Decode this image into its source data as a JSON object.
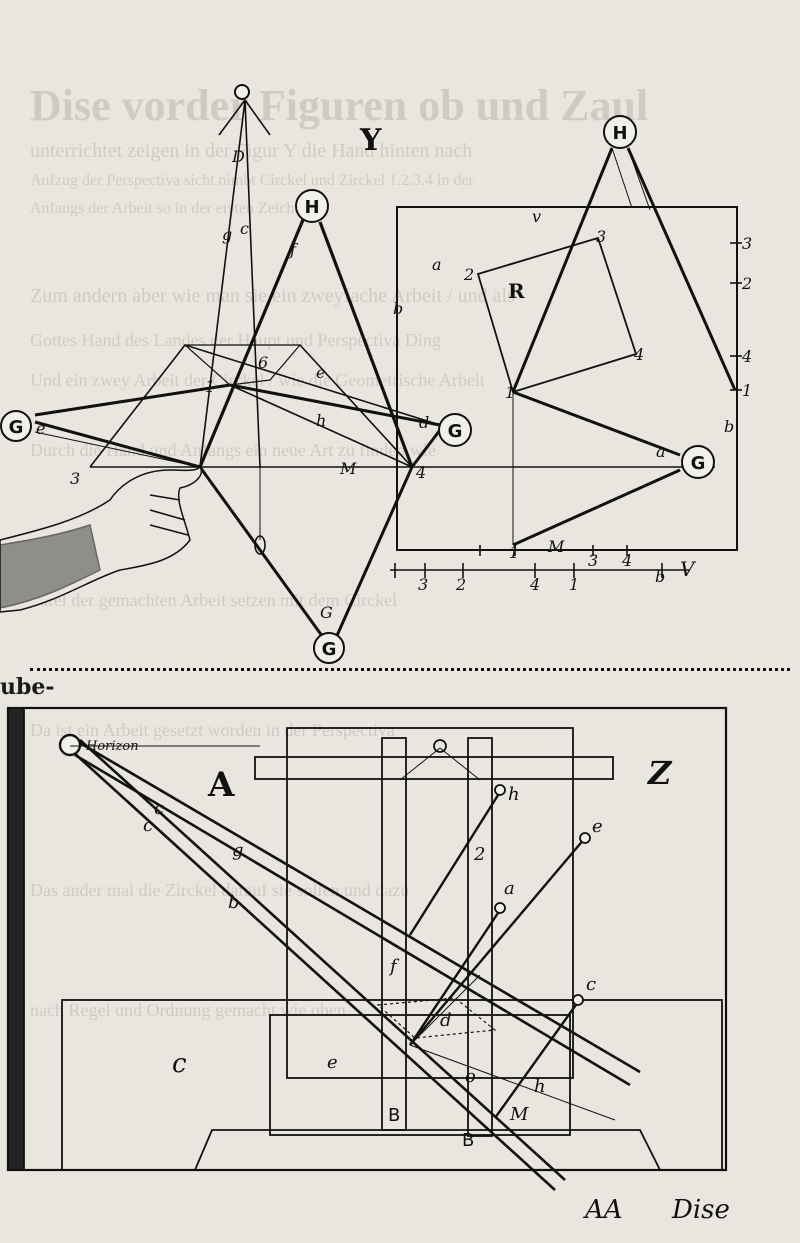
{
  "top_figure": {
    "panel_letter": "Y",
    "circles": [
      "H",
      "H",
      "G",
      "G",
      "G",
      "G"
    ],
    "point_labels": [
      "D",
      "g",
      "c",
      "f",
      "e",
      "6",
      "e",
      "h",
      "d",
      "3",
      "M",
      "4",
      "1",
      "b",
      "G",
      "a",
      "2",
      "3",
      "R",
      "4",
      "1",
      "v",
      "3",
      "2",
      "4",
      "1",
      "b",
      "a",
      "M",
      "3",
      "4",
      "1",
      "3",
      "2",
      "4",
      "1",
      "b",
      "V"
    ]
  },
  "bottom_figure": {
    "panel_letter_left": "A",
    "panel_letter_right": "Z",
    "horizon_label": "Horizon",
    "margin_word": "ube-",
    "point_labels": [
      "c",
      "c",
      "g",
      "b",
      "h",
      "2",
      "a",
      "e",
      "c",
      "f",
      "d",
      "e",
      "h",
      "M",
      "B",
      "B",
      "c",
      "o"
    ]
  },
  "footer": {
    "signature": "AA",
    "catchword": "Dise"
  },
  "bleed_text": [
    "Dise vorder Figuren ob und Zaul",
    "unterrichtet zeigen in der Figur Y die Hand hinten nach",
    "Aufzug der Perspectiva sicht nimbt Circkel und Zirckel 1.2.3.4 in der",
    "Anfangs der Arbeit so in der ersten Zeichnung",
    "Zum andern aber wie man sie ein zweyfache Arbeit / und als",
    "Gottes Hand des Landes der Haupt und Perspectiva Ding",
    "Und ein zwey Arbeit der Circkel / wie die Geometrische Arbeit",
    "Durch die Hand und Anfangs ein neue Art zu finden wie",
    "Tafel der gemachten Arbeit setzen mit dem Circkel",
    "Da ist ein Arbeit gesetzt worden in der Perspectiva",
    "Das ander mal die Zirckel darauf sie sollen und dazu",
    "nach Regel und Ordnung gemacht wie oben"
  ]
}
